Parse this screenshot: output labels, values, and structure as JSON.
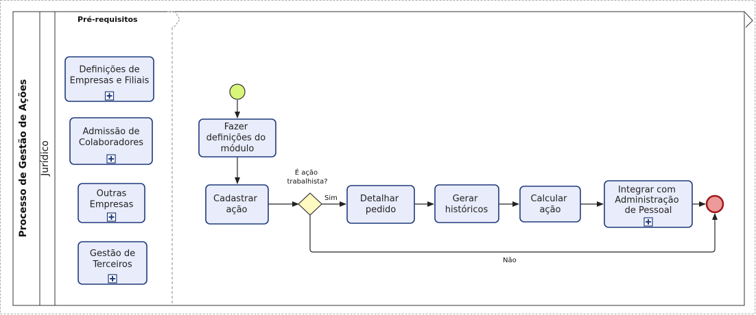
{
  "pool": {
    "title": "Processo de Gestão de Ações",
    "lane_label": "Jurídico"
  },
  "prerequisites_group": {
    "title": "Pré-requisitos",
    "items": [
      {
        "lines": [
          "Definições de",
          "Empresas e Filiais"
        ],
        "collapsed_subprocess": true
      },
      {
        "lines": [
          "Admissão de",
          "Colaboradores"
        ],
        "collapsed_subprocess": true
      },
      {
        "lines": [
          "Outras",
          "Empresas"
        ],
        "collapsed_subprocess": true
      },
      {
        "lines": [
          "Gestão de",
          "Terceiros"
        ],
        "collapsed_subprocess": true
      }
    ]
  },
  "tasks": {
    "fazer": [
      "Fazer",
      "definições do",
      "módulo"
    ],
    "cadastrar": [
      "Cadastrar",
      "ação"
    ],
    "detalhar": [
      "Detalhar",
      "pedido"
    ],
    "gerar": [
      "Gerar",
      "históricos"
    ],
    "calcular": [
      "Calcular",
      "ação"
    ],
    "integrar": [
      "Integrar com",
      "Administração",
      "de Pessoal"
    ]
  },
  "gateway": {
    "question_lines": [
      "É ação",
      "trabalhista?"
    ],
    "yes_label": "Sim",
    "no_label": "Não"
  },
  "colors": {
    "task_fill": "#e9ecfa",
    "task_stroke": "#1e3a7b",
    "start_event": "#d9f57a",
    "end_event": "#ec9a9a",
    "gateway_fill": "#fff9c2"
  }
}
